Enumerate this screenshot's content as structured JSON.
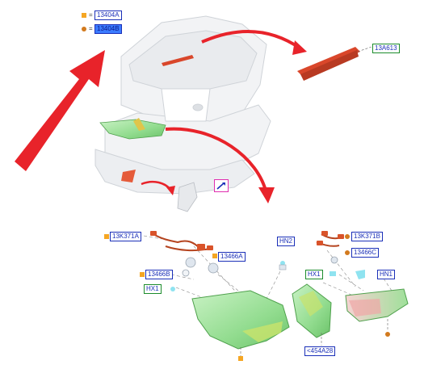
{
  "legend": {
    "square_label": "13404A",
    "circle_label": "13404B",
    "equals": "="
  },
  "labels": {
    "high_mount_lamp": "13A613",
    "harness_left": "13K371A",
    "harness_right": "13K371B",
    "socket_a": "13466A",
    "socket_b": "13466B",
    "socket_c": "13466C",
    "bulb_hx_left": "HX1",
    "bulb_hx_right": "HX1",
    "bulb_hn_top": "HN2",
    "bulb_hn_right": "HN1",
    "lens": "<454A28"
  },
  "colors": {
    "red_arrow": "#e8232a",
    "lamp_green": "#9be39b",
    "part_red": "#d9472b",
    "label_blue": "#1a2fb8",
    "label_green_border": "#1c8c2c",
    "callout_magenta": "#e02fb0"
  },
  "icons": {
    "view_magnifier": "magnifier-icon"
  }
}
